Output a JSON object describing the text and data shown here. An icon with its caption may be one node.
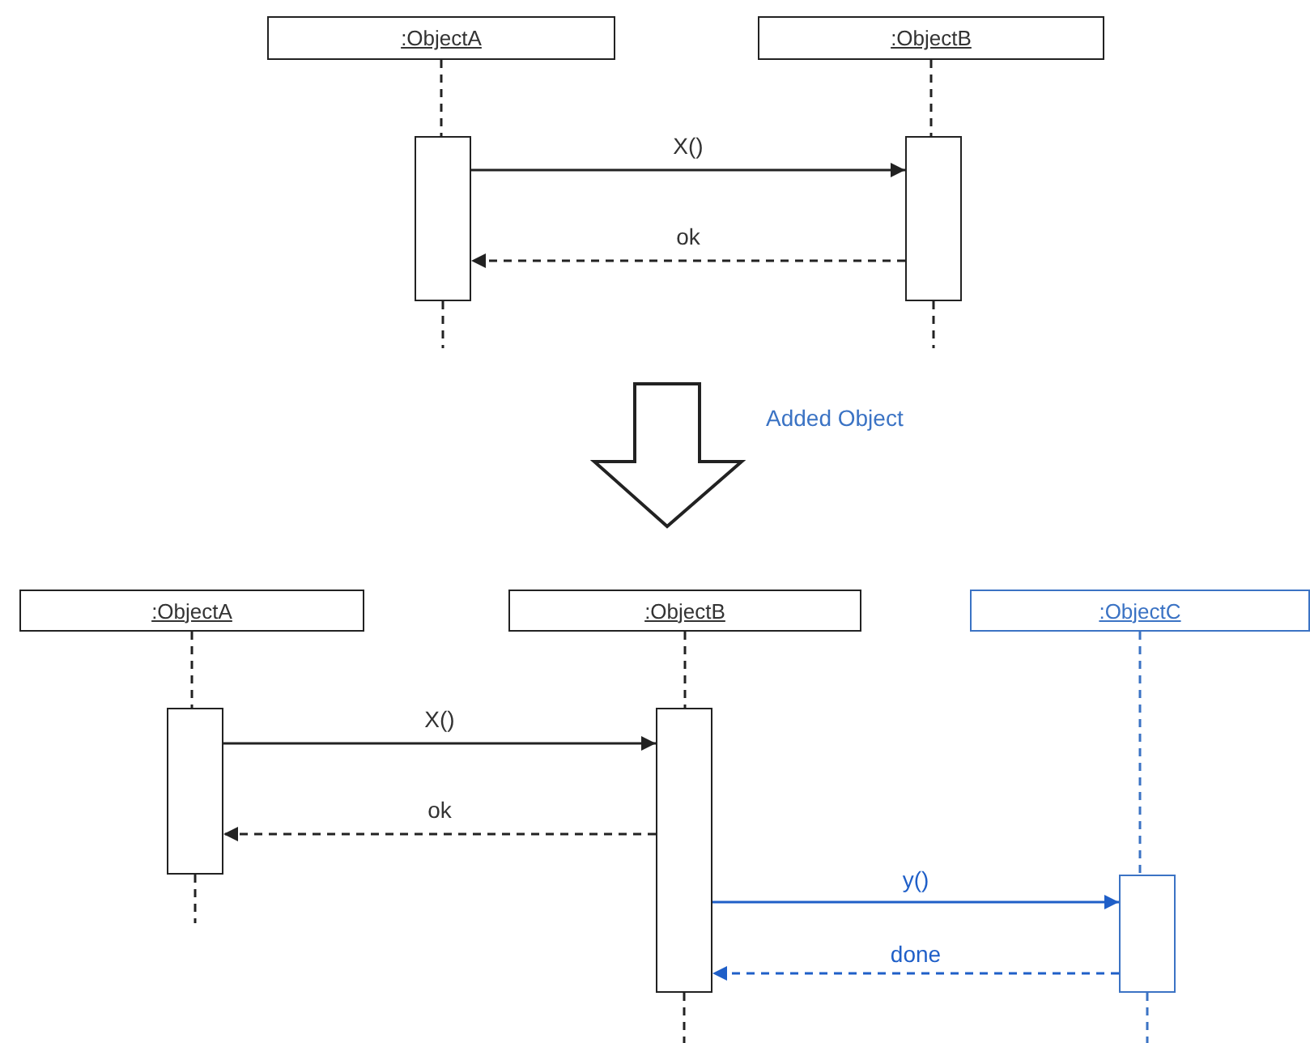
{
  "diagram": {
    "nodes": [
      {
        "text": [
          ":ObjectA"
        ]
      },
      {
        "text": [
          ":ObjectB"
        ]
      },
      {
        "text": [],
        "shape": "box"
      },
      {
        "text": [],
        "shape": "box"
      },
      {
        "text": [
          ":ObjectA"
        ]
      },
      {
        "text": [
          ":ObjectB"
        ]
      },
      {
        "text": [
          ":ObjectC"
        ]
      },
      {
        "text": [],
        "shape": "box"
      },
      {
        "text": [],
        "shape": "box"
      },
      {
        "text": [],
        "shape": "box"
      }
    ],
    "edges": [
      {
        "from": 0,
        "to": 2,
        "arrow": "none",
        "style": "dashed"
      },
      {
        "from": 1,
        "to": 3,
        "arrow": "none",
        "style": "dashed"
      },
      {
        "from": 2,
        "to": 3,
        "arrow": "to",
        "label": "X()"
      },
      {
        "from": 3,
        "to": 2,
        "arrow": "to",
        "label": "ok",
        "style": "dashed"
      },
      {
        "from": 4,
        "to": 7,
        "arrow": "none",
        "style": "dashed"
      },
      {
        "from": 5,
        "to": 8,
        "arrow": "none",
        "style": "dashed"
      },
      {
        "from": 6,
        "to": 9,
        "arrow": "none",
        "style": "dashed",
        "color": "#3b73c4"
      },
      {
        "from": 7,
        "to": 8,
        "arrow": "to",
        "label": "X()"
      },
      {
        "from": 8,
        "to": 7,
        "arrow": "to",
        "label": "ok",
        "style": "dashed"
      },
      {
        "from": 8,
        "to": 9,
        "arrow": "to",
        "label": "y()",
        "color": "#1f5fc8"
      },
      {
        "from": 9,
        "to": 8,
        "arrow": "to",
        "label": "done",
        "style": "dashed",
        "color": "#1f5fc8"
      }
    ],
    "labels": [
      "Added Object"
    ]
  }
}
